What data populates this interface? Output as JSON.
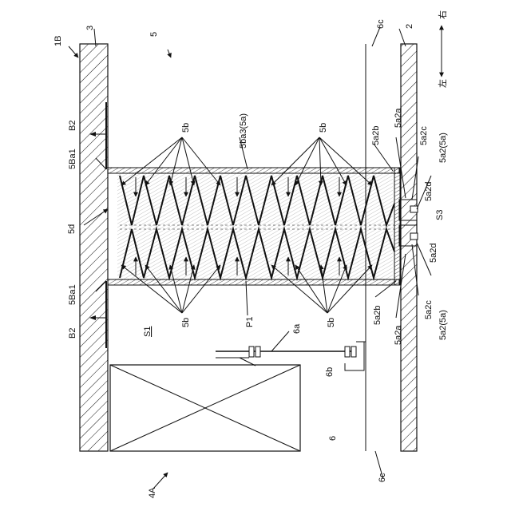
{
  "labels": {
    "fig_1B": "1B",
    "wall_3": "3",
    "unit_5": "5",
    "pipe_6c_top": "6c",
    "wall_2": "2",
    "right_kanji": "右",
    "left_kanji": "左",
    "b2_top": "B2",
    "b2_bottom": "B2",
    "ba1_top": "5Ba1",
    "ba1_bottom": "5Ba1",
    "label_5d": "5d",
    "label_5b_tl": "5b",
    "label_5b_tr": "5b",
    "label_5b_bl": "5b",
    "label_5b_br": "5b",
    "label_5ba3": "5ba3(5a)",
    "label_5a2b_top": "5a2b",
    "label_5a2a_top": "5a2a",
    "label_5a2c_top": "5a2c",
    "label_5a2_5a_top": "5a2(5a)",
    "label_5a2d_top": "5a2d",
    "label_s3": "S3",
    "label_5a2d_bottom": "5a2d",
    "label_5a2c_bottom": "5a2c",
    "label_5a2_5a_bottom": "5a2(5a)",
    "label_5a2b_bottom": "5a2b",
    "label_5a2a_bottom": "5a2a",
    "label_s1": "S1",
    "label_p1": "P1",
    "label_6a": "6a",
    "label_6b": "6b",
    "label_6": "6",
    "pipe_6c_bottom": "6c",
    "label_4a": "4A"
  }
}
